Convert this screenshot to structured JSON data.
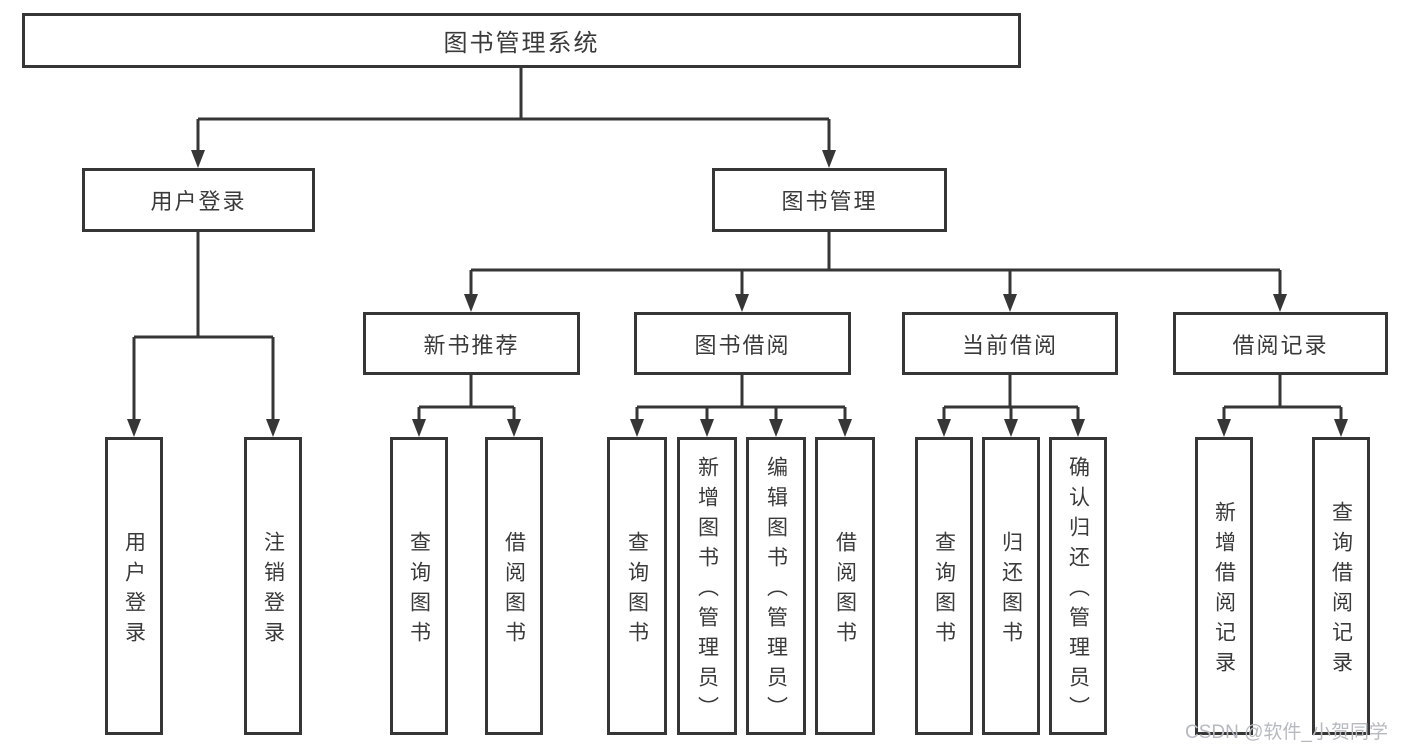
{
  "tree": {
    "label": "图书管理系统",
    "children": [
      {
        "label": "用户登录",
        "children": [
          {
            "label": "用户登录"
          },
          {
            "label": "注销登录"
          }
        ]
      },
      {
        "label": "图书管理",
        "children": [
          {
            "label": "新书推荐",
            "children": [
              {
                "label": "查询图书"
              },
              {
                "label": "借阅图书"
              }
            ]
          },
          {
            "label": "图书借阅",
            "children": [
              {
                "label": "查询图书"
              },
              {
                "label": "新增图书（管理员）"
              },
              {
                "label": "编辑图书（管理员）"
              },
              {
                "label": "借阅图书"
              }
            ]
          },
          {
            "label": "当前借阅",
            "children": [
              {
                "label": "查询图书"
              },
              {
                "label": "归还图书"
              },
              {
                "label": "确认归还（管理员）"
              }
            ]
          },
          {
            "label": "借阅记录",
            "children": [
              {
                "label": "新增借阅记录"
              },
              {
                "label": "查询借阅记录"
              }
            ]
          }
        ]
      }
    ]
  },
  "watermark": {
    "text": "CSDN @软件_小贺同学"
  },
  "colors": {
    "line": "#363636",
    "box_border": "#363636",
    "text": "#3a3a3a",
    "watermark": "#b6bac0",
    "background": "#ffffff"
  }
}
